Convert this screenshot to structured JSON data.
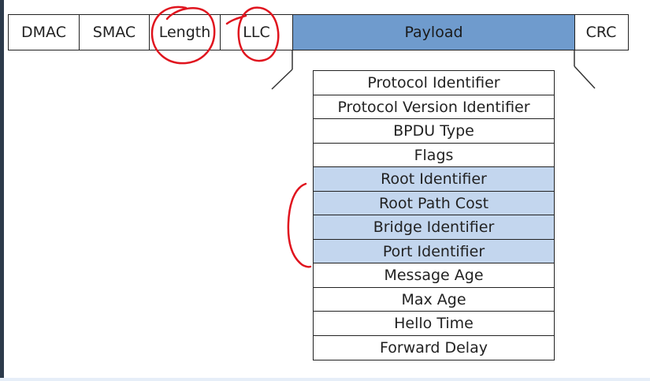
{
  "frame_fields": [
    {
      "label": "DMAC",
      "highlight": false
    },
    {
      "label": "SMAC",
      "highlight": false
    },
    {
      "label": "Length",
      "highlight": false
    },
    {
      "label": "LLC",
      "highlight": false
    },
    {
      "label": "Payload",
      "highlight": true
    },
    {
      "label": "CRC",
      "highlight": false
    }
  ],
  "bpdu_fields": [
    {
      "label": "Protocol Identifier",
      "highlight": false
    },
    {
      "label": "Protocol Version Identifier",
      "highlight": false
    },
    {
      "label": "BPDU Type",
      "highlight": false
    },
    {
      "label": "Flags",
      "highlight": false
    },
    {
      "label": "Root Identifier",
      "highlight": true
    },
    {
      "label": "Root Path Cost",
      "highlight": true
    },
    {
      "label": "Bridge Identifier",
      "highlight": true
    },
    {
      "label": "Port Identifier",
      "highlight": true
    },
    {
      "label": "Message Age",
      "highlight": false
    },
    {
      "label": "Max Age",
      "highlight": false
    },
    {
      "label": "Hello Time",
      "highlight": false
    },
    {
      "label": "Forward Delay",
      "highlight": false
    }
  ],
  "colors": {
    "payload": "#6f9bcd",
    "bpdu_highlight": "#c3d6ee",
    "annotation_ink": "#e0141e",
    "border": "#222222"
  }
}
